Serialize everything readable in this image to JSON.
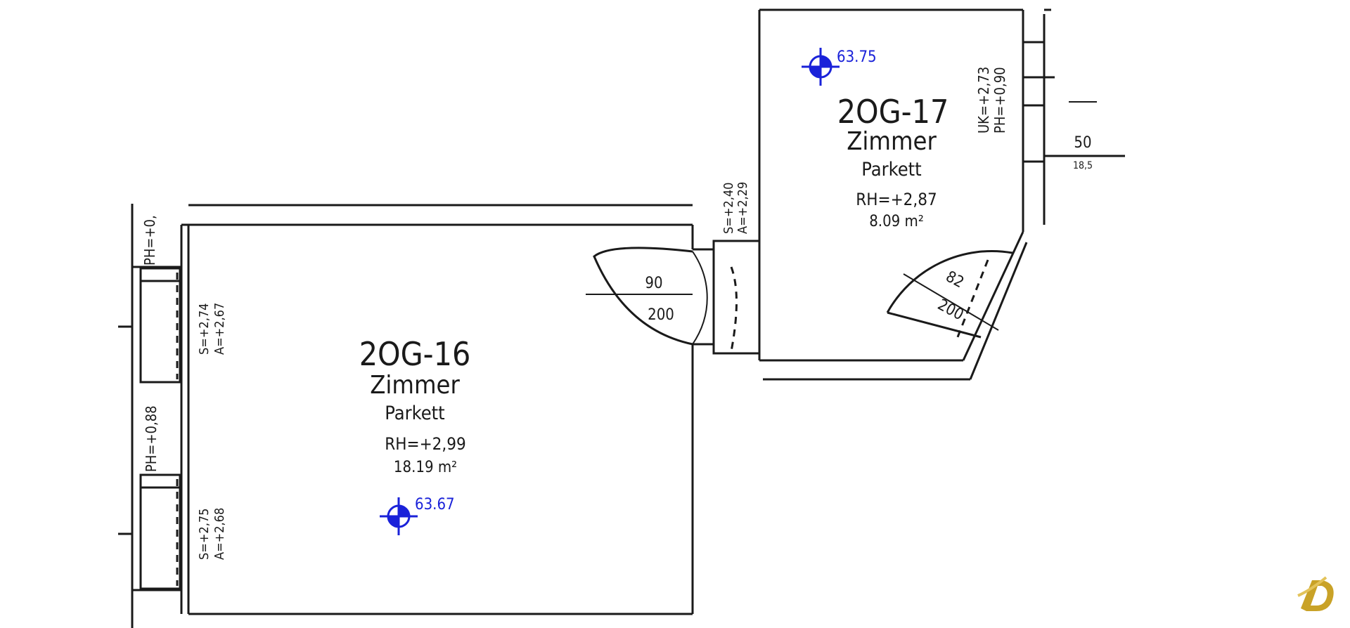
{
  "rooms": [
    {
      "id": "2OG-16",
      "type": "Zimmer",
      "floor": "Parkett",
      "height": "RH=+2,99",
      "area": "18.19 m²"
    },
    {
      "id": "2OG-17",
      "type": "Zimmer",
      "floor": "Parkett",
      "height": "RH=+2,87",
      "area": "8.09 m²"
    }
  ],
  "elevation_markers": [
    "63.67",
    "63.75"
  ],
  "doors": [
    {
      "width": "90",
      "height": "200"
    },
    {
      "width": "82",
      "height": "200"
    }
  ],
  "window_labels": {
    "left_top": [
      "S=+2,74",
      "A=+2,67"
    ],
    "left_bottom": [
      "S=+2,75",
      "A=+2,68"
    ],
    "ph_top": "PH=+0,",
    "ph_middle": "PH=+0,88",
    "passage": [
      "S=+2,40",
      "A=+2,29"
    ],
    "right": [
      "UK=+2,73",
      "PH=+0,90"
    ],
    "right_dim_top": "50",
    "right_dim_bottom": "18,5"
  },
  "colors": {
    "lines": "#1a1a1a",
    "markers": "#1a22d9",
    "logo": "#c9a227"
  },
  "logo": {
    "icon": "brand-logo-icon"
  }
}
